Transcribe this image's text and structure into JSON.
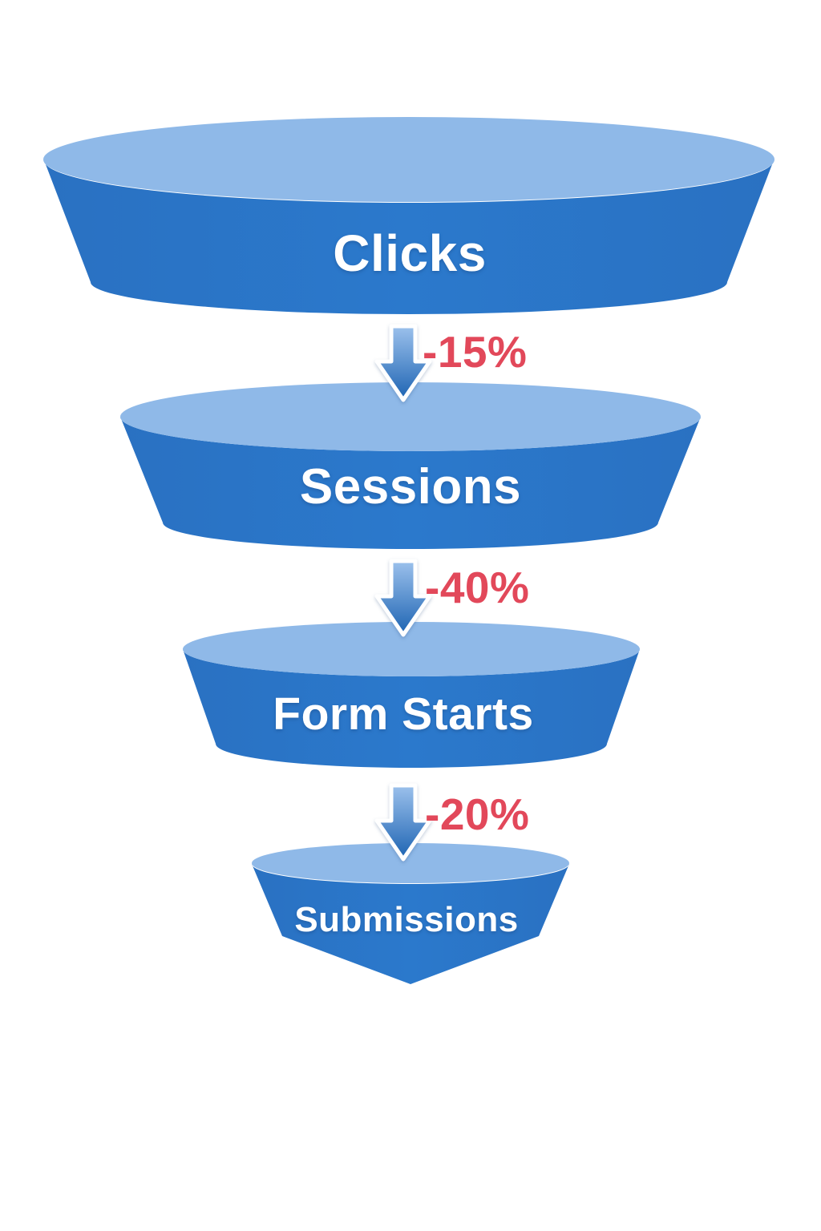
{
  "funnel": {
    "stages": [
      {
        "label": "Clicks"
      },
      {
        "label": "Sessions"
      },
      {
        "label": "Form Starts"
      },
      {
        "label": "Submissions"
      }
    ],
    "transitions": [
      {
        "drop": "-15%"
      },
      {
        "drop": "-40%"
      },
      {
        "drop": "-20%"
      }
    ],
    "colors": {
      "segment_top": "#8FB9E8",
      "segment_body": "#2B79CC",
      "arrow_top": "#9CC1EC",
      "arrow_bottom": "#1C63B2",
      "drop_text": "#E2485A",
      "label_text": "#FFFFFF",
      "background": "#FFFFFF"
    }
  }
}
